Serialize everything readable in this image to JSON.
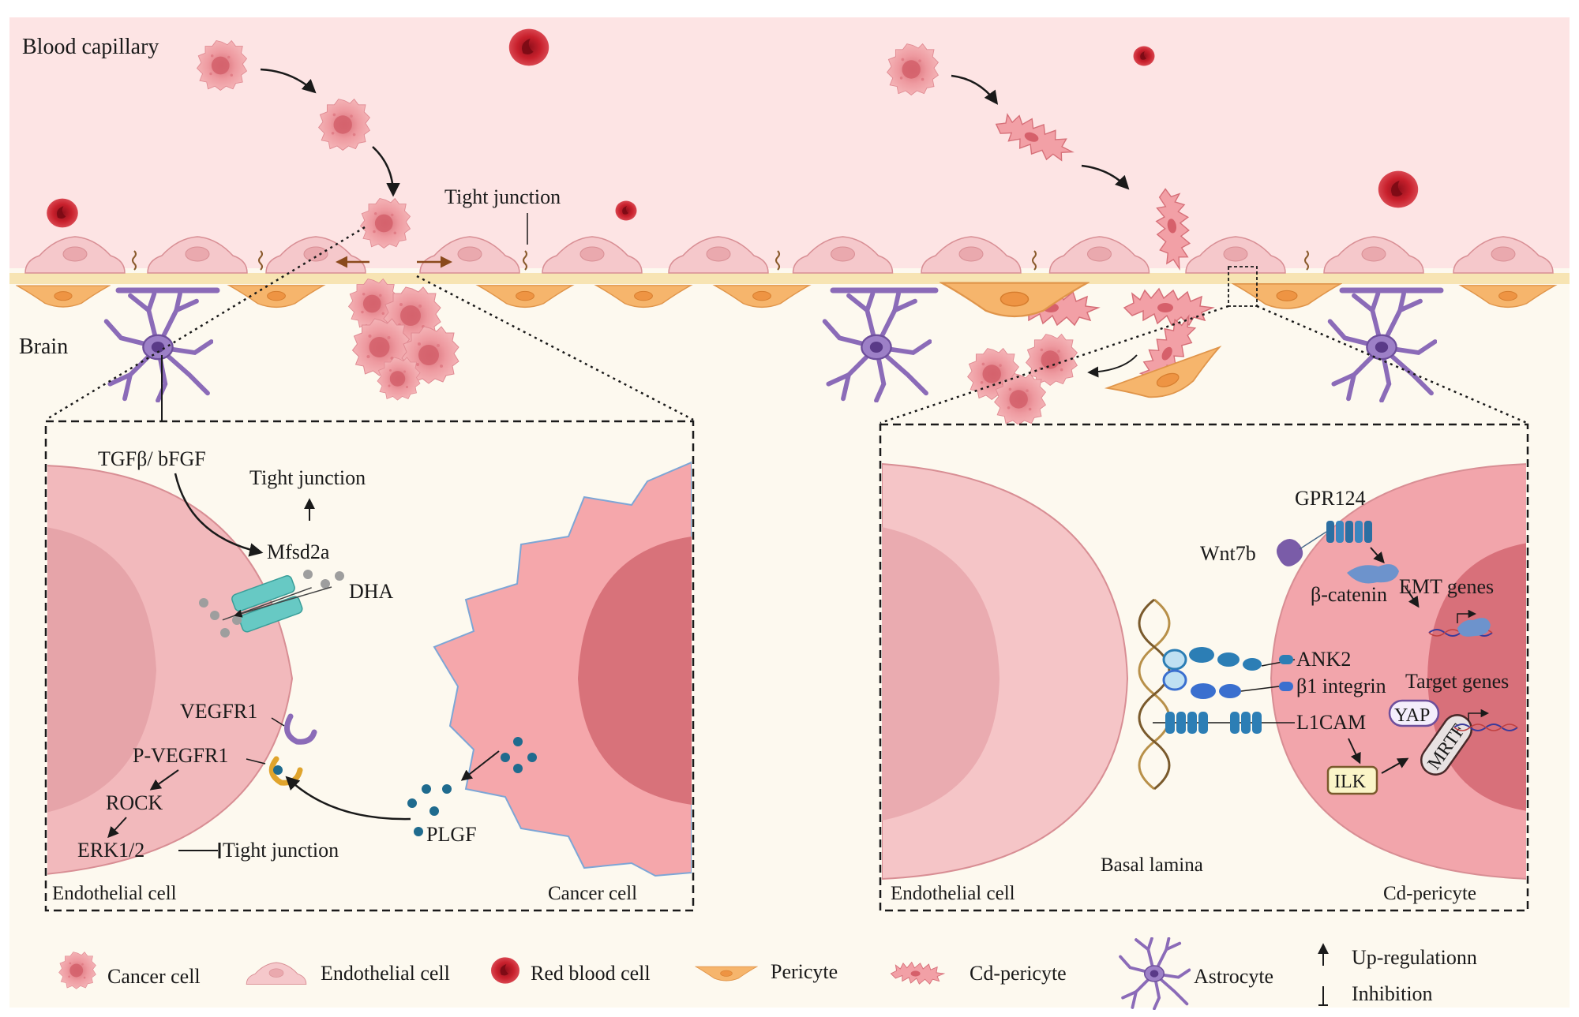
{
  "regions": {
    "top": "Blood capillary",
    "bottom": "Brain"
  },
  "top_labels": {
    "tight_junction": "Tight junction"
  },
  "left_panel": {
    "tgf": "TGFβ/ bFGF",
    "tight_junction_up": "Tight junction",
    "mfsd2a": "Mfsd2a",
    "dha": "DHA",
    "vegfr1": "VEGFR1",
    "p_vegfr1": "P-VEGFR1",
    "rock": "ROCK",
    "erk": "ERK1/2",
    "tight_junction_inhib": "Tight junction",
    "plgf": "PLGF",
    "endothelial": "Endothelial cell",
    "cancer": "Cancer cell"
  },
  "right_panel": {
    "gpr124": "GPR124",
    "wnt7b": "Wnt7b",
    "beta_catenin": "β-catenin",
    "emt": "EMT genes",
    "ank2": "ANK2",
    "b1_integrin": "β1 integrin",
    "target_genes": "Target genes",
    "l1cam": "L1CAM",
    "yap": "YAP",
    "mrtf": "MRTF",
    "ilk": "ILK",
    "basal_lamina": "Basal lamina",
    "endothelial": "Endothelial cell",
    "cd_pericyte": "Cd-pericyte"
  },
  "legend": {
    "cancer_cell": "Cancer cell",
    "endothelial_cell": "Endothelial cell",
    "red_blood_cell": "Red blood cell",
    "pericyte": "Pericyte",
    "cd_pericyte": "Cd-pericyte",
    "astrocyte": "Astrocyte",
    "up": "Up-regulationn",
    "inhibition": "Inhibition"
  },
  "colors": {
    "capillary_bg": "#fde4e4",
    "brain_bg": "#fdf9ef",
    "endothelial": "#f5c8cb",
    "pericyte": "#f6b56c",
    "cancer": "#ee9aa0",
    "red_blood_cell": "#c8202c",
    "astrocyte": "#8b6bb8",
    "channel": "#67c9c4",
    "receptor_blue": "#2c7eb5"
  }
}
